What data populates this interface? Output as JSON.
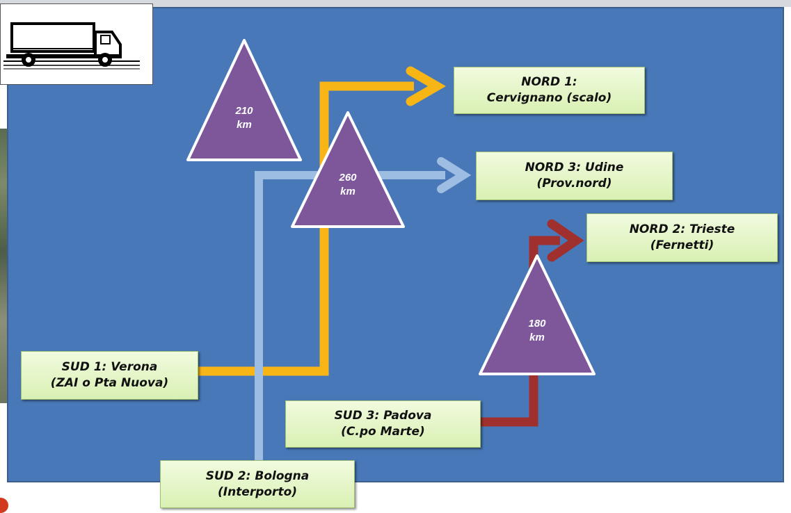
{
  "destinations": {
    "nord1": {
      "line1": "NORD 1:",
      "line2": "Cervignano (scalo)"
    },
    "nord3": {
      "line1": "NORD 3: Udine",
      "line2": "(Prov.nord)"
    },
    "nord2": {
      "line1": "NORD 2: Trieste",
      "line2": "(Fernetti)"
    }
  },
  "origins": {
    "sud1": {
      "line1": "SUD 1: Verona",
      "line2": "(ZAI o Pta Nuova)"
    },
    "sud3": {
      "line1": "SUD 3: Padova",
      "line2": "(C.po Marte)"
    },
    "sud2": {
      "line1": "SUD 2: Bologna",
      "line2": "(Interporto)"
    }
  },
  "distances": {
    "d210": {
      "value": "210",
      "unit": "km"
    },
    "d260": {
      "value": "260",
      "unit": "km"
    },
    "d180": {
      "value": "180",
      "unit": "km"
    }
  },
  "colors": {
    "panel": "#4878b8",
    "route_verona": "#f7b516",
    "route_bologna": "#9dbde2",
    "route_padova": "#a0302d",
    "triangle": "#7e569a",
    "box": "#e3f5c4"
  },
  "icons": {
    "truck": "truck-icon"
  }
}
